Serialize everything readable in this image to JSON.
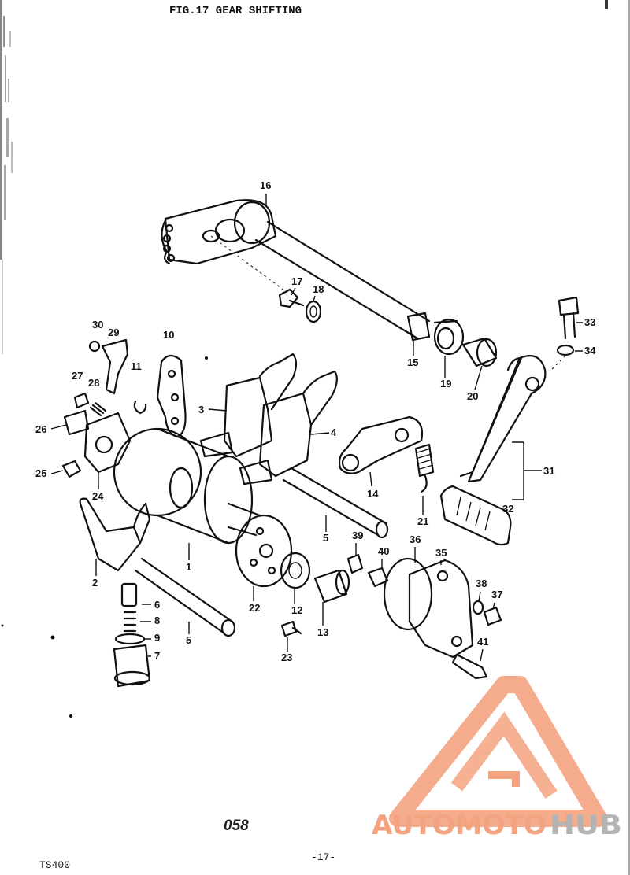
{
  "title": "FIG.17  GEAR SHIFTING",
  "model": "TS400",
  "page_number": "-17-",
  "handwritten_number": "058",
  "watermark": {
    "part1": "AUTOMOTO",
    "part2": "HUB",
    "color_main": "#f3a37f",
    "color_accent": "#f6c6a6",
    "color_hub": "#b3b3b3"
  },
  "callouts": {
    "c1": "1",
    "c2": "2",
    "c3": "3",
    "c4": "4",
    "c5a": "5",
    "c5b": "5",
    "c6": "6",
    "c7": "7",
    "c8": "8",
    "c9": "9",
    "c10": "10",
    "c11": "11",
    "c12": "12",
    "c13": "13",
    "c14": "14",
    "c15": "15",
    "c16": "16",
    "c17": "17",
    "c18": "18",
    "c19": "19",
    "c20": "20",
    "c21": "21",
    "c22": "22",
    "c23": "23",
    "c24": "24",
    "c25": "25",
    "c26": "26",
    "c27": "27",
    "c28": "28",
    "c29": "29",
    "c30": "30",
    "c31": "31",
    "c32": "32",
    "c33": "33",
    "c34": "34",
    "c35": "35",
    "c36": "36",
    "c37": "37",
    "c38": "38",
    "c39": "39",
    "c40": "40",
    "c41": "41"
  }
}
